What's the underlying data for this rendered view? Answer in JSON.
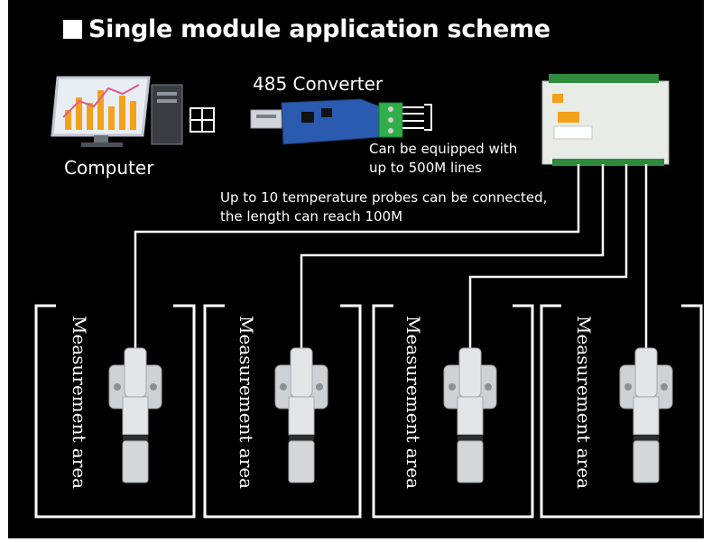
{
  "title": "Single module application scheme",
  "converter_label": "485 Converter",
  "computer_label": "Computer",
  "line_note": [
    "Can be equipped with",
    "up to 500M lines"
  ],
  "probe_note": [
    "Up to 10 temperature probes can be connected,",
    "the length can reach 100M"
  ],
  "areas": [
    {
      "label": "Measurement area"
    },
    {
      "label": "Measurement area"
    },
    {
      "label": "Measurement area"
    },
    {
      "label": "Measurement area"
    }
  ],
  "colors": {
    "background": "#000000",
    "text": "#ffffff",
    "converter_board": "#2a5bb0",
    "terminal_green": "#2fae4a",
    "module_body": "#e9ebe7",
    "module_tag": "#f2a21a",
    "probe_body": "#dfe1e3",
    "monitor_bar": "#f2a21a"
  }
}
